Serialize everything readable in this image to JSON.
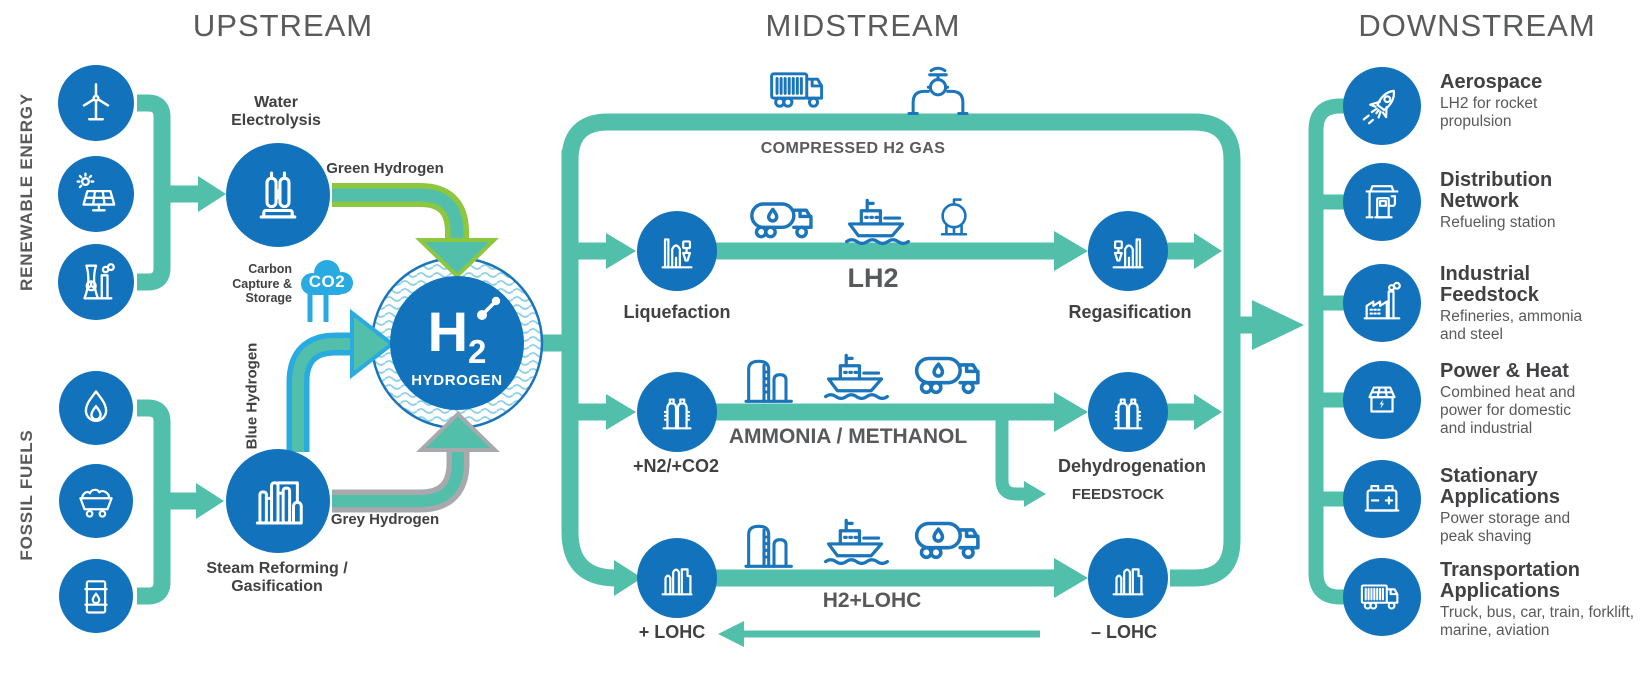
{
  "colors": {
    "teal": "#52bfaa",
    "node_blue": "#1273bc",
    "icon_blue": "#1b75bb",
    "light_blue": "#29abe2",
    "green": "#8dc63f",
    "grey": "#a7a9ac",
    "heading_grey": "#595a5c",
    "text_dark": "#414042"
  },
  "headings": {
    "upstream": "UPSTREAM",
    "midstream": "MIDSTREAM",
    "downstream": "DOWNSTREAM"
  },
  "upstream": {
    "renewable": {
      "label": "RENEWABLE ENERGY",
      "icons": [
        "wind-turbine",
        "solar-panel",
        "nuclear-plant"
      ]
    },
    "fossil": {
      "label": "FOSSIL FUELS",
      "icons": [
        "flame",
        "coal-cart",
        "oil-barrel"
      ]
    },
    "water_electrolysis_label": "Water\nElectrolysis",
    "steam_reforming_label": "Steam Reforming /\nGasification",
    "green_hydrogen_label": "Green Hydrogen",
    "blue_hydrogen_label": "Blue Hydrogen",
    "grey_hydrogen_label": "Grey Hydrogen",
    "carbon_capture_label": "Carbon\nCapture &\nStorage",
    "co2_label": "CO2"
  },
  "hub": {
    "h": "H",
    "sub": "2",
    "caption": "HYDROGEN"
  },
  "midstream": {
    "compressed_label": "COMPRESSED H2 GAS",
    "compressed_icons": [
      "container-truck",
      "pipeline-valve"
    ],
    "routes": [
      {
        "start_label": "Liquefaction",
        "path_label": "LH2",
        "end_label": "Regasification",
        "transport_icons": [
          "tanker-truck",
          "ship",
          "sphere-tank"
        ]
      },
      {
        "start_label": "+N2/+CO2",
        "path_label": "AMMONIA / METHANOL",
        "end_label": "Dehydrogenation",
        "branch_label": "FEEDSTOCK",
        "transport_icons": [
          "storage-tanks",
          "ship",
          "tanker-truck"
        ]
      },
      {
        "start_label": "+ LOHC",
        "path_label": "H2+LOHC",
        "end_label": "– LOHC",
        "transport_icons": [
          "storage-tanks",
          "ship",
          "tanker-truck"
        ]
      }
    ]
  },
  "downstream": {
    "items": [
      {
        "icon": "rocket",
        "title": "Aerospace",
        "description": "LH2 for rocket\npropulsion"
      },
      {
        "icon": "fuel-pump",
        "title": "Distribution\nNetwork",
        "description": "Refueling station"
      },
      {
        "icon": "factory",
        "title": "Industrial\nFeedstock",
        "description": "Refineries, ammonia\nand steel"
      },
      {
        "icon": "solar-house",
        "title": "Power & Heat",
        "description": "Combined heat and\npower for domestic\nand industrial"
      },
      {
        "icon": "battery",
        "title": "Stationary\nApplications",
        "description": "Power storage and\npeak shaving"
      },
      {
        "icon": "container-truck",
        "title": "Transportation\nApplications",
        "description": "Truck, bus, car, train, forklift,\nmarine, aviation"
      }
    ]
  }
}
